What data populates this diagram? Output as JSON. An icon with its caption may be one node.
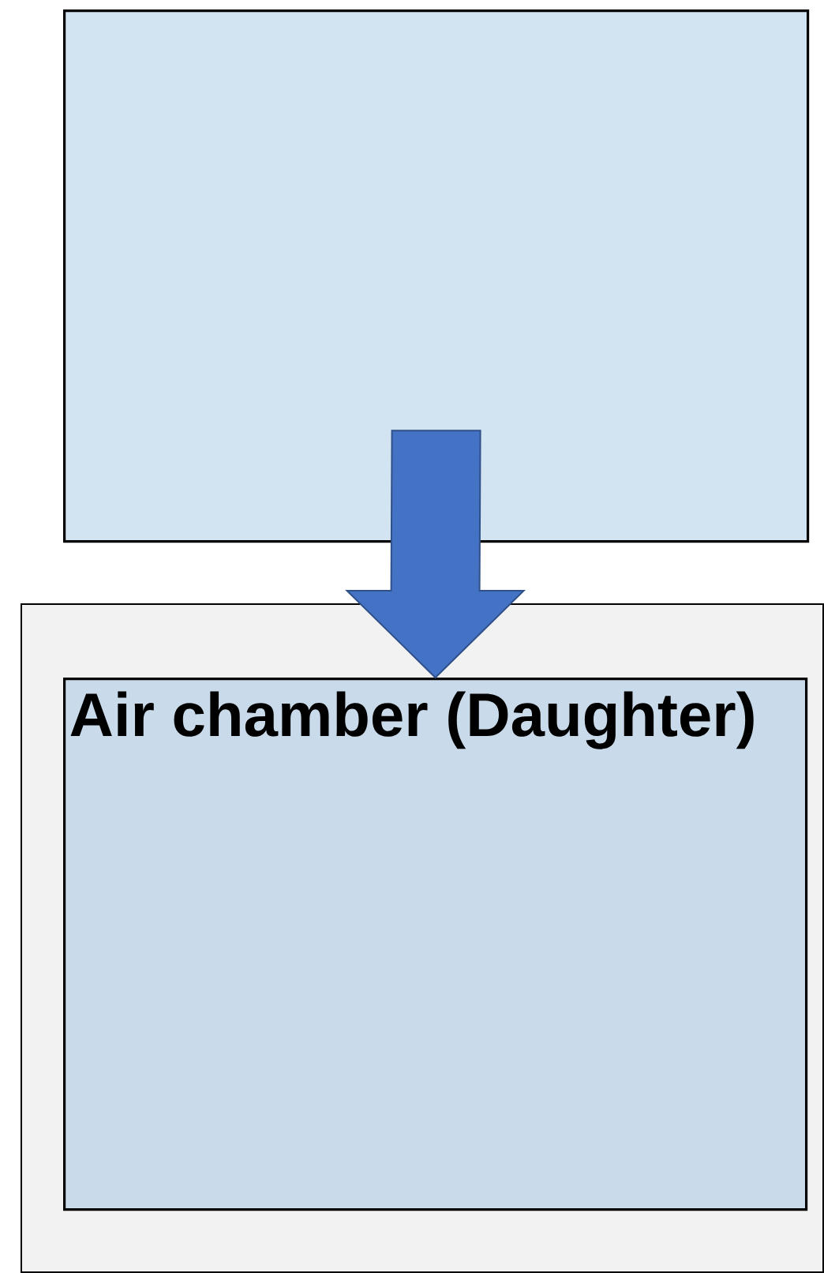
{
  "diagram": {
    "nodes": [
      {
        "text": [],
        "shape": "box"
      },
      {
        "text": [],
        "shape": "box"
      },
      {
        "text": [
          "Air chamber (Daughter)"
        ],
        "in": 1
      }
    ],
    "edges": [
      {
        "from": 0,
        "to": 2,
        "arrow": "to",
        "style": "thick",
        "color": "#4472c4"
      }
    ]
  }
}
